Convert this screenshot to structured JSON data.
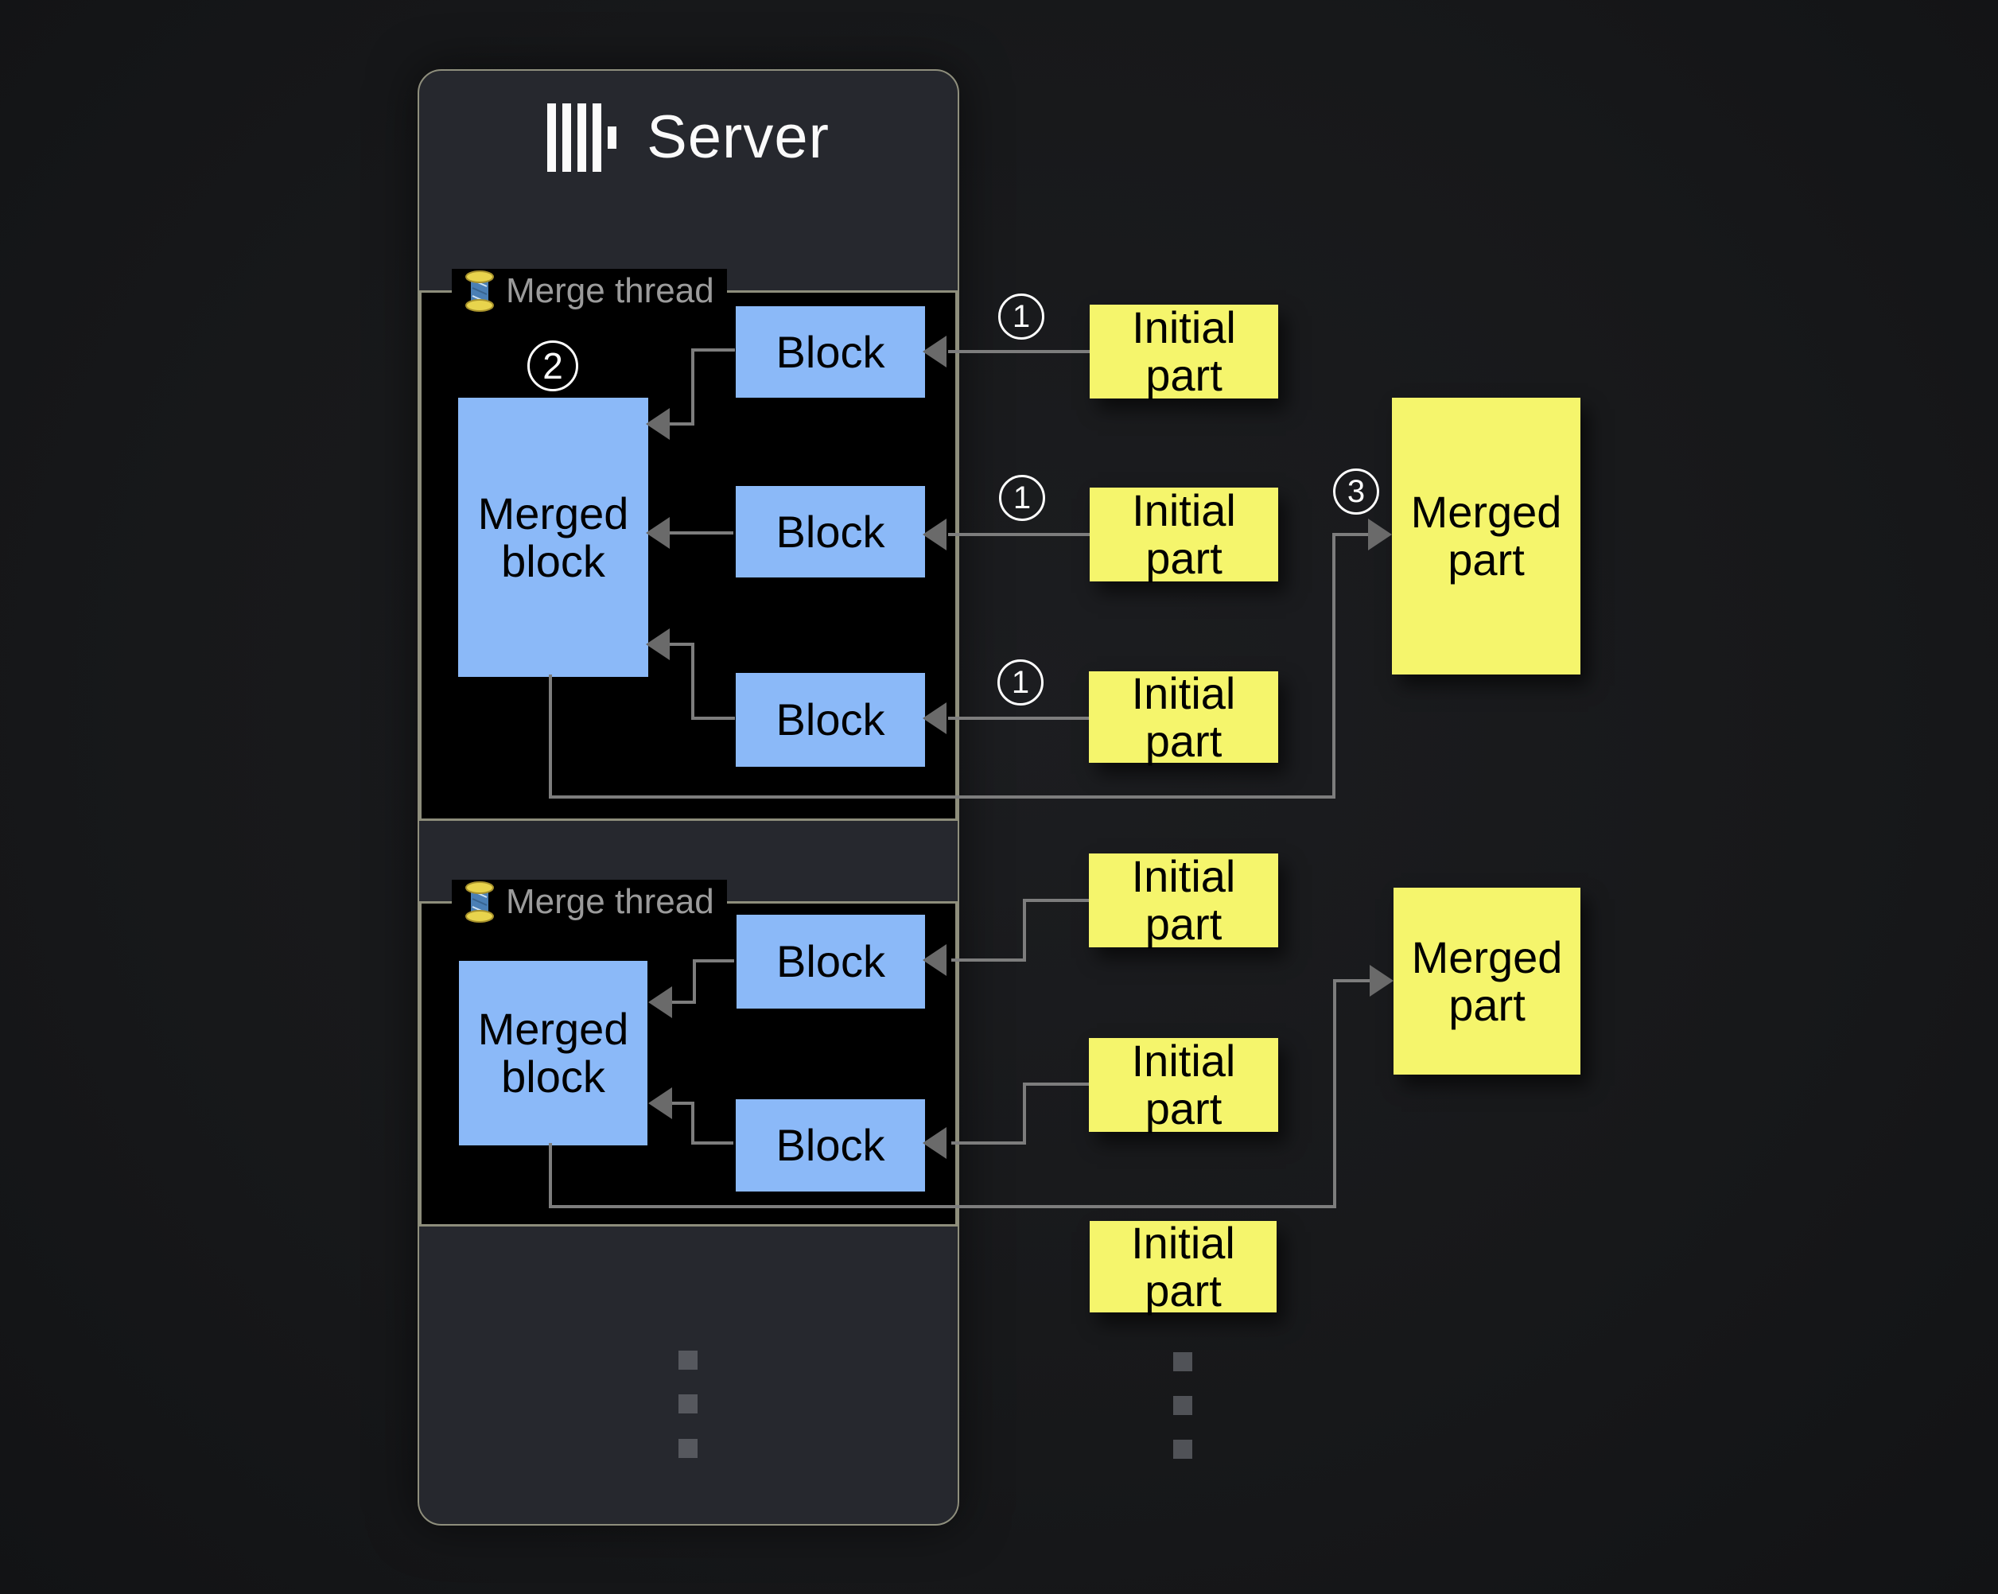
{
  "server": {
    "title": "Server",
    "logo": "clickhouse-bars-logo"
  },
  "threads": [
    {
      "label": "Merge thread",
      "icon": "thread-spool-icon",
      "merged_block_label": "Merged block",
      "block_labels": [
        "Block",
        "Block",
        "Block"
      ]
    },
    {
      "label": "Merge thread",
      "icon": "thread-spool-icon",
      "merged_block_label": "Merged block",
      "block_labels": [
        "Block",
        "Block"
      ]
    }
  ],
  "parts": {
    "initial_parts": [
      "Initial part",
      "Initial part",
      "Initial part",
      "Initial part",
      "Initial part",
      "Initial part"
    ],
    "merged_parts": [
      "Merged part",
      "Merged part"
    ]
  },
  "steps": {
    "one": "1",
    "two": "2",
    "three": "3"
  },
  "colors": {
    "panel_bg": "#26282e",
    "thread_box_bg": "#000000",
    "block_blue": "#8bb9f8",
    "part_yellow": "#f5f56c",
    "arrow_gray": "#7d7d7d",
    "label_gray": "#9b9b9b",
    "border_olive": "#8d8d7b"
  },
  "ellipsis": {
    "server_dots": 3,
    "parts_dots": 3
  }
}
